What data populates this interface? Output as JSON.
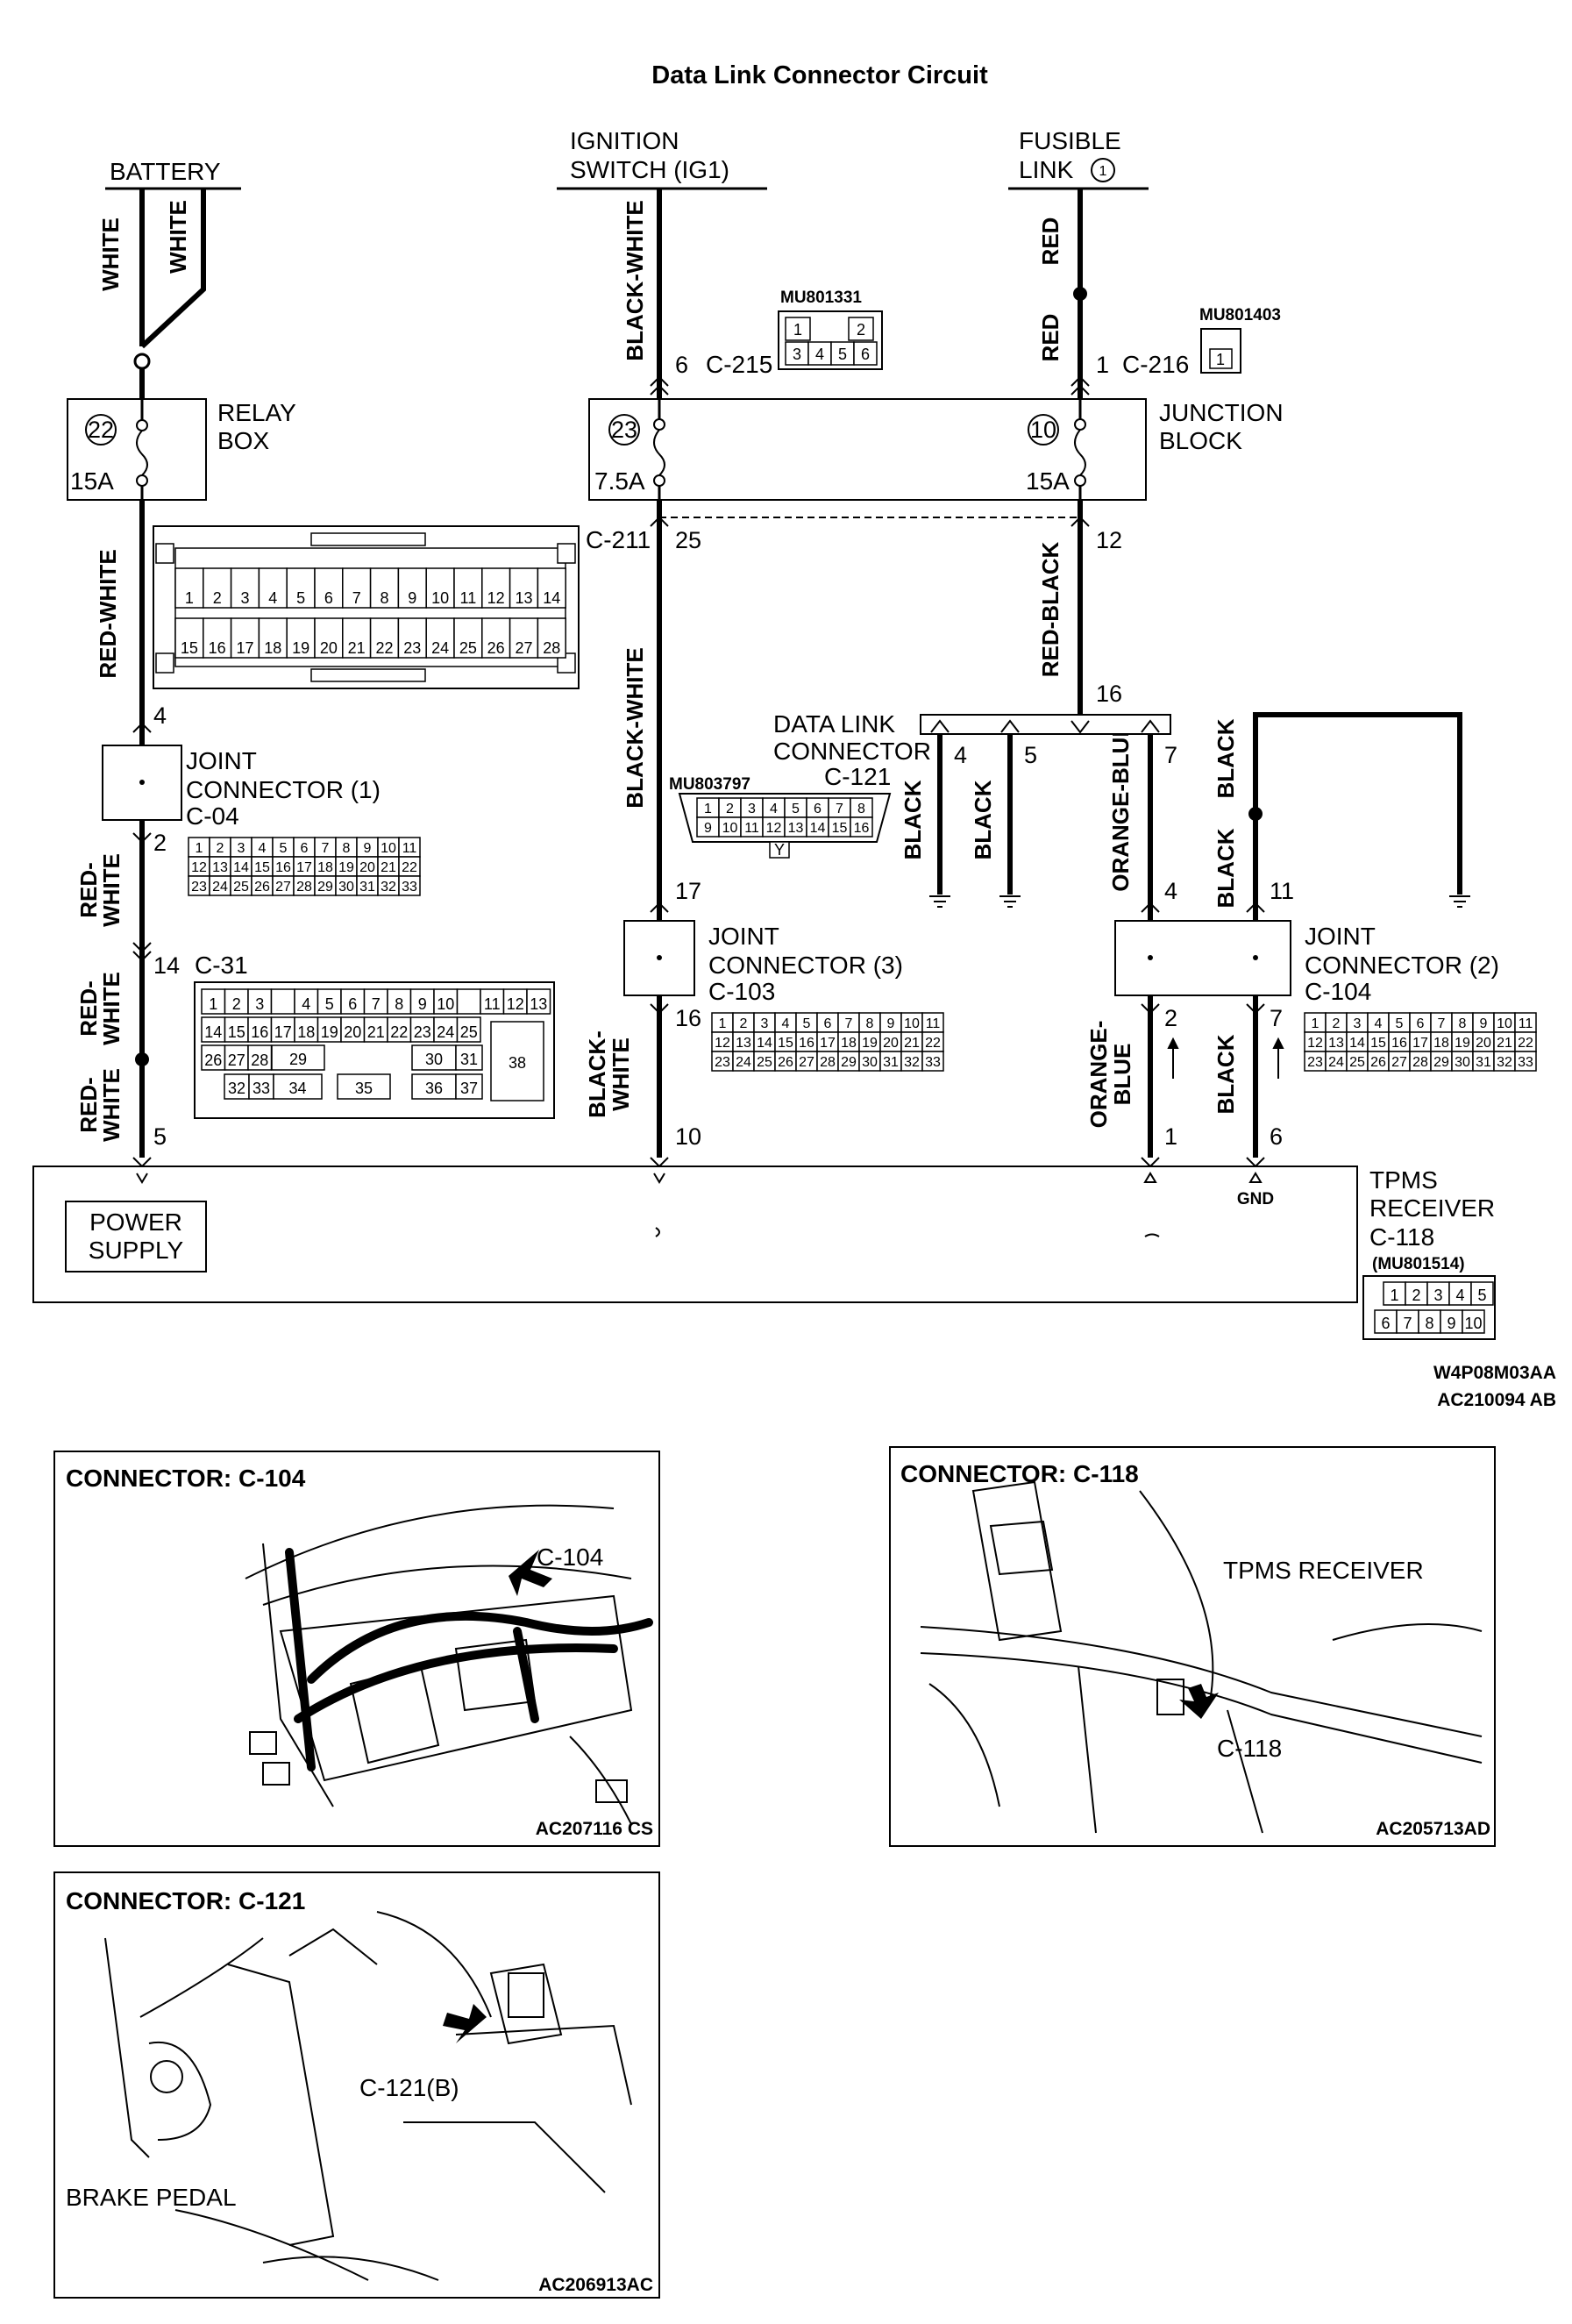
{
  "title": "Data Link Connector Circuit",
  "sources": {
    "battery": "BATTERY",
    "ignition_line1": "IGNITION",
    "ignition_line2": "SWITCH (IG1)",
    "fusible_line1": "FUSIBLE",
    "fusible_line2": "LINK",
    "fusible_num": "1"
  },
  "blocks": {
    "relay_line1": "RELAY",
    "relay_line2": "BOX",
    "relay_fuse": "22",
    "relay_amp": "15A",
    "junction_line1": "JUNCTION",
    "junction_line2": "BLOCK",
    "jb_fuse_a": "23",
    "jb_amp_a": "7.5A",
    "jb_fuse_b": "10",
    "jb_amp_b": "15A"
  },
  "wires": {
    "white": "WHITE",
    "red": "RED",
    "black_white": "BLACK-WHITE",
    "red_white": "RED-WHITE",
    "red_black": "RED-BLACK",
    "black": "BLACK",
    "orange_blue": "ORANGE-BLUE",
    "red_dash": "RED-",
    "orange_dash": "ORANGE-",
    "black_dash": "BLACK-",
    "blue": "BLUE"
  },
  "connectors": {
    "c215": "C-215",
    "c216": "C-216",
    "c211": "C-211",
    "c04": "C-04",
    "c31": "C-31",
    "c121": "C-121",
    "c103": "C-103",
    "c104": "C-104",
    "c118": "C-118",
    "mu_c215": "MU801331",
    "mu_c216": "MU801403",
    "mu_c121": "MU803797",
    "mu_c118": "(MU801514)"
  },
  "joints": {
    "jc1_line1": "JOINT",
    "jc1_line2": "CONNECTOR (1)",
    "jc3_line1": "JOINT",
    "jc3_line2": "CONNECTOR (3)",
    "jc2_line1": "JOINT",
    "jc2_line2": "CONNECTOR (2)",
    "dlc_line1": "DATA LINK",
    "dlc_line2": "CONNECTOR"
  },
  "pins": {
    "p6": "6",
    "p1": "1",
    "p25": "25",
    "p12": "12",
    "p4a": "4",
    "p2a": "2",
    "p14": "14",
    "p5a": "5",
    "p16a": "16",
    "p4b": "4",
    "p5b": "5",
    "p7a": "7",
    "p17": "17",
    "p16b": "16",
    "p10": "10",
    "p4c": "4",
    "p11": "11",
    "p2b": "2",
    "p7b": "7",
    "p1b": "1",
    "p6b": "6"
  },
  "receiver": {
    "line1": "TPMS",
    "line2": "RECEIVER",
    "power_line1": "POWER",
    "power_line2": "SUPPLY",
    "gnd": "GND"
  },
  "codes": {
    "diagram_code1": "W4P08M03AA",
    "diagram_code2": "AC210094 AB"
  },
  "panels": {
    "c104_title": "CONNECTOR: C-104",
    "c104_callout": "C-104",
    "c104_code": "AC207116 CS",
    "c118_title": "CONNECTOR: C-118",
    "c118_receiver": "TPMS RECEIVER",
    "c118_callout": "C-118",
    "c118_code": "AC205713AD",
    "c121_title": "CONNECTOR: C-121",
    "c121_callout": "C-121(B)",
    "c121_pedal": "BRAKE PEDAL",
    "c121_code": "AC206913AC"
  },
  "grids": {
    "c211_row1": [
      "1",
      "2",
      "3",
      "4",
      "5",
      "6",
      "7",
      "8",
      "9",
      "10",
      "11",
      "12",
      "13",
      "14"
    ],
    "c211_row2": [
      "15",
      "16",
      "17",
      "18",
      "19",
      "20",
      "21",
      "22",
      "23",
      "24",
      "25",
      "26",
      "27",
      "28"
    ],
    "c04_row1": [
      "1",
      "2",
      "3",
      "4",
      "5",
      "6",
      "7",
      "8",
      "9",
      "10",
      "11"
    ],
    "c04_row2": [
      "12",
      "13",
      "14",
      "15",
      "16",
      "17",
      "18",
      "19",
      "20",
      "21",
      "22"
    ],
    "c04_row3": [
      "23",
      "24",
      "25",
      "26",
      "27",
      "28",
      "29",
      "30",
      "31",
      "32",
      "33"
    ],
    "c121_row1": [
      "1",
      "2",
      "3",
      "4",
      "5",
      "6",
      "7",
      "8"
    ],
    "c121_row2": [
      "9",
      "10",
      "11",
      "12",
      "13",
      "14",
      "15",
      "16"
    ],
    "c121_key": "Y",
    "c215_row1": [
      "1",
      "",
      "2"
    ],
    "c215_row2": [
      "3",
      "4",
      "5",
      "6"
    ],
    "c216_cells": [
      "1"
    ],
    "c118_row1": [
      "1",
      "2",
      "3",
      "4",
      "5"
    ],
    "c118_row2": [
      "6",
      "7",
      "8",
      "9",
      "10"
    ],
    "c31_row1": [
      "1",
      "2",
      "3",
      "",
      "4",
      "5",
      "6",
      "7",
      "8",
      "9",
      "10",
      "",
      "11",
      "12",
      "13"
    ],
    "c31_row2": [
      "14",
      "15",
      "16",
      "17",
      "18",
      "19",
      "20",
      "21",
      "22",
      "23",
      "24",
      "25"
    ],
    "c31_row3": [
      "26",
      "27",
      "28",
      "29",
      "30",
      "31"
    ],
    "c31_row4": [
      "32",
      "33",
      "34",
      "35",
      "36",
      "37"
    ],
    "c31_big": "38"
  }
}
